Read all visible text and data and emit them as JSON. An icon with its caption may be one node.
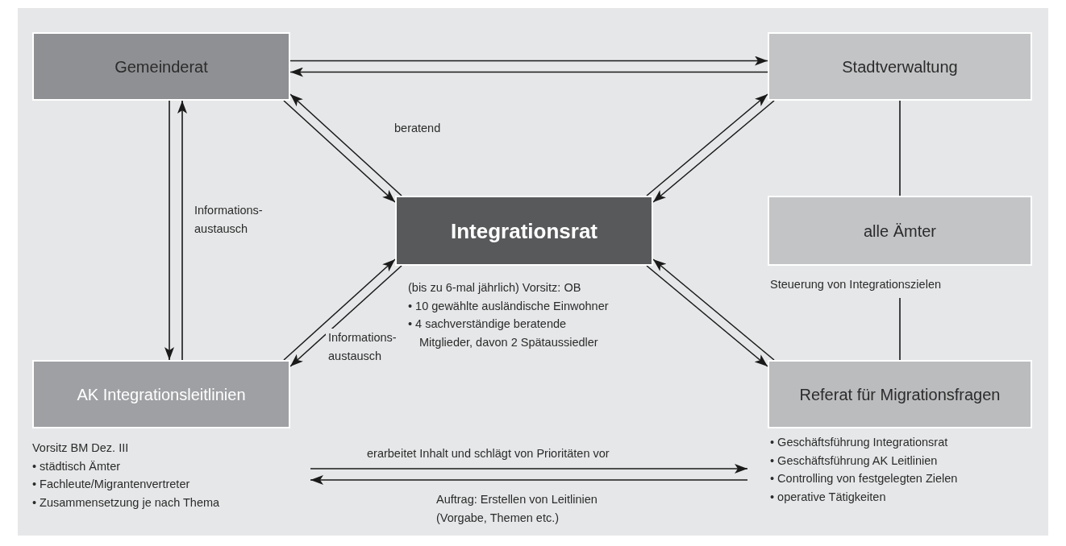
{
  "diagram": {
    "nodes": [
      {
        "text": [
          "Gemeinderat"
        ]
      },
      {
        "text": [
          "Stadtverwaltung"
        ]
      },
      {
        "text": [
          "Integrationsrat"
        ],
        "beside": [
          "(bis zu 6-mal jährlich) Vorsitz: OB",
          "• 10 gewählte ausländische Einwohner",
          "• 4 sachverständige beratende Mitglieder, davon 2 Spätaussiedler"
        ]
      },
      {
        "text": [
          "alle Ämter"
        ],
        "beside": [
          "Steuerung von Integrationszielen"
        ]
      },
      {
        "text": [
          "AK Integrationsleitlinien"
        ],
        "beside": [
          "Vorsitz BM Dez. III",
          "• städtisch Ämter",
          "• Fachleute/Migrantenvertreter",
          "• Zusammensetzung je nach Thema"
        ]
      },
      {
        "text": [
          "Referat für Migrationsfragen"
        ],
        "beside": [
          "• Geschäftsführung Integrationsrat",
          "• Geschäftsführung AK Leitlinien",
          "• Controlling von festgelegten Zielen",
          "• operative Tätigkeiten"
        ]
      }
    ],
    "edges": [
      {
        "from": 0,
        "to": 1,
        "arrow": "to"
      },
      {
        "from": 1,
        "to": 0,
        "arrow": "to"
      },
      {
        "from": 0,
        "to": 2,
        "arrow": "to"
      },
      {
        "from": 2,
        "to": 0,
        "arrow": "to",
        "label": "beratend"
      },
      {
        "from": 2,
        "to": 1,
        "arrow": "to"
      },
      {
        "from": 1,
        "to": 2,
        "arrow": "to"
      },
      {
        "from": 0,
        "to": 4,
        "arrow": "to"
      },
      {
        "from": 4,
        "to": 0,
        "arrow": "to",
        "label": "Informations- austausch"
      },
      {
        "from": 4,
        "to": 2,
        "arrow": "to"
      },
      {
        "from": 2,
        "to": 4,
        "arrow": "to",
        "label": "Informations- austausch"
      },
      {
        "from": 2,
        "to": 5,
        "arrow": "to"
      },
      {
        "from": 5,
        "to": 2,
        "arrow": "to"
      },
      {
        "from": 1,
        "to": 3,
        "arrow": "none"
      },
      {
        "from": 3,
        "to": 5,
        "arrow": "none"
      },
      {
        "from": 4,
        "to": 5,
        "arrow": "to",
        "label": "erarbeitet Inhalt und schlägt von Prioritäten vor"
      },
      {
        "from": 5,
        "to": 4,
        "arrow": "to",
        "label": "Auftrag: Erstellen von Leitlinien (Vorgabe, Themen etc.)"
      }
    ]
  }
}
